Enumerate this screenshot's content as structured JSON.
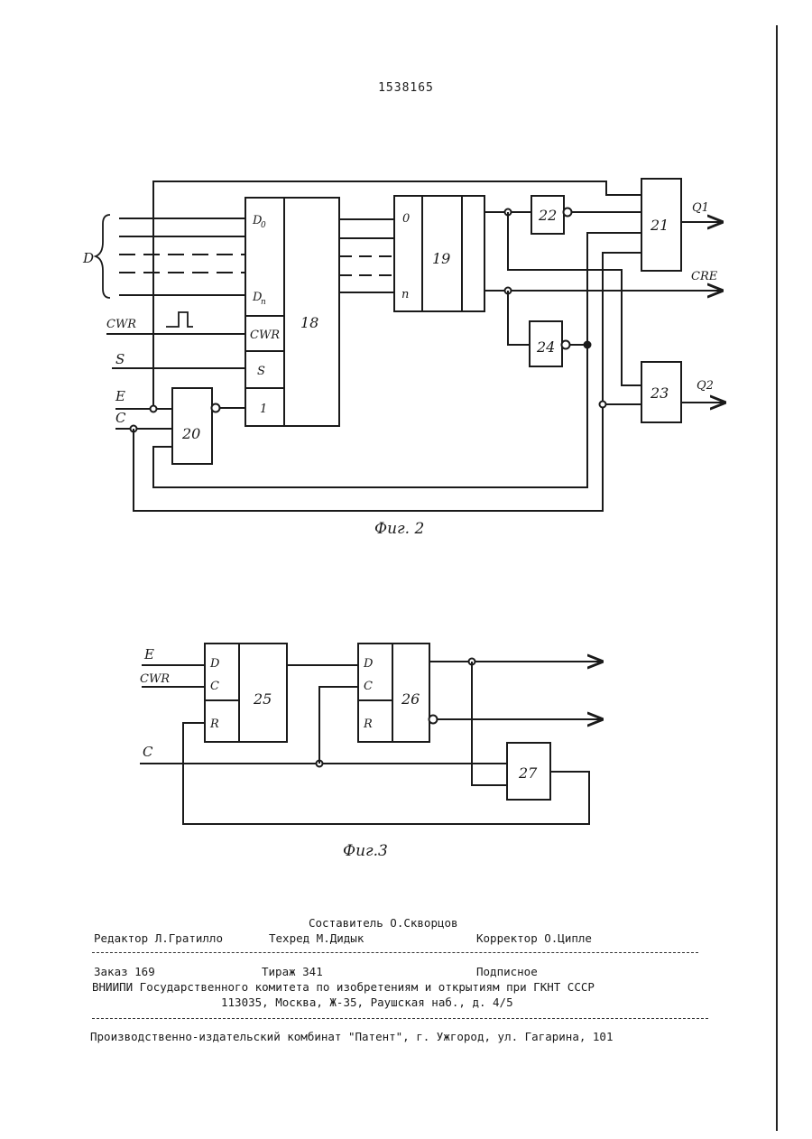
{
  "patent_number": "1538165",
  "fig2": {
    "caption": "Фиг. 2",
    "labels": {
      "bus_d": "D",
      "cwr": "CWR",
      "s": "S",
      "e": "E",
      "c": "C",
      "q1": "Q1",
      "cre": "CRE",
      "q2": "Q2"
    },
    "block18": {
      "number": "18",
      "inputs": [
        "D",
        "D",
        "CWR",
        "S",
        "1"
      ],
      "sub0": "0",
      "subn": "n"
    },
    "block19": {
      "number": "19",
      "inputs": [
        "0",
        "n"
      ]
    },
    "element_numbers": [
      "20",
      "21",
      "22",
      "23",
      "24"
    ]
  },
  "fig3": {
    "caption": "Фиг.3",
    "labels": {
      "e": "E",
      "cwr": "CWR",
      "c": "C"
    },
    "block25": {
      "number": "25",
      "inputs": [
        "D",
        "C",
        "R"
      ]
    },
    "block26": {
      "number": "26",
      "inputs": [
        "D",
        "C",
        "R"
      ]
    },
    "block27": {
      "number": "27"
    }
  },
  "imprint": {
    "compiler": "Составитель О.Скворцов",
    "editor": "Редактор Л.Гратилло",
    "techred": "Техред М.Дидык",
    "corrector": "Корректор О.Ципле",
    "order": "Заказ 169",
    "print_run": "Тираж 341",
    "subscription": "Подписное",
    "vniipi": "ВНИИПИ Государственного комитета по изобретениям и открытиям при ГКНТ СССР",
    "address": "113035, Москва, Ж-35, Раушская наб., д. 4/5",
    "plant": "Производственно-издательский комбинат \"Патент\", г. Ужгород, ул. Гагарина, 101"
  }
}
